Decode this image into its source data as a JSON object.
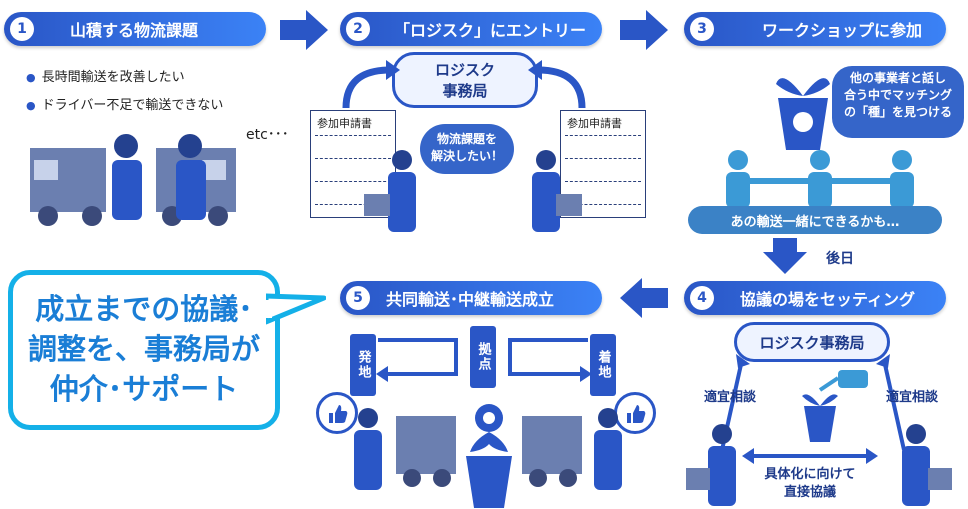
{
  "steps": [
    {
      "num": "1",
      "title": "山積する物流課題"
    },
    {
      "num": "2",
      "title": "「ロジスク」にエントリー"
    },
    {
      "num": "3",
      "title": "ワークショップに参加"
    },
    {
      "num": "4",
      "title": "協議の場をセッティング"
    },
    {
      "num": "5",
      "title": "共同輸送･中継輸送成立"
    }
  ],
  "step1": {
    "bullets": [
      "長時間輸送を改善したい",
      "ドライバー不足で輸送できない"
    ],
    "etc": "etc･･･"
  },
  "step2": {
    "office": "ロジスク\n事務局",
    "form_title": "参加申請書",
    "speech": "物流課題を\n解決したい！"
  },
  "step3": {
    "speech": "他の事業者と話し\n合う中でマッチング\nの「種」を見つける",
    "banner": "あの輸送一緒にできるかも…",
    "later": "後日"
  },
  "step4": {
    "office": "ロジスク事務局",
    "left_label": "適宜相談",
    "right_label": "適宜相談",
    "bottom_label": "具体化に向けて\n直接協議"
  },
  "step5": {
    "origin": "発地",
    "hub": "拠点",
    "destination": "着地"
  },
  "callout": "成立までの協議･\n調整を、事務局が\n仲介･サポート",
  "colors": {
    "primary": "#2a56c6",
    "callout": "#14b0e8"
  }
}
